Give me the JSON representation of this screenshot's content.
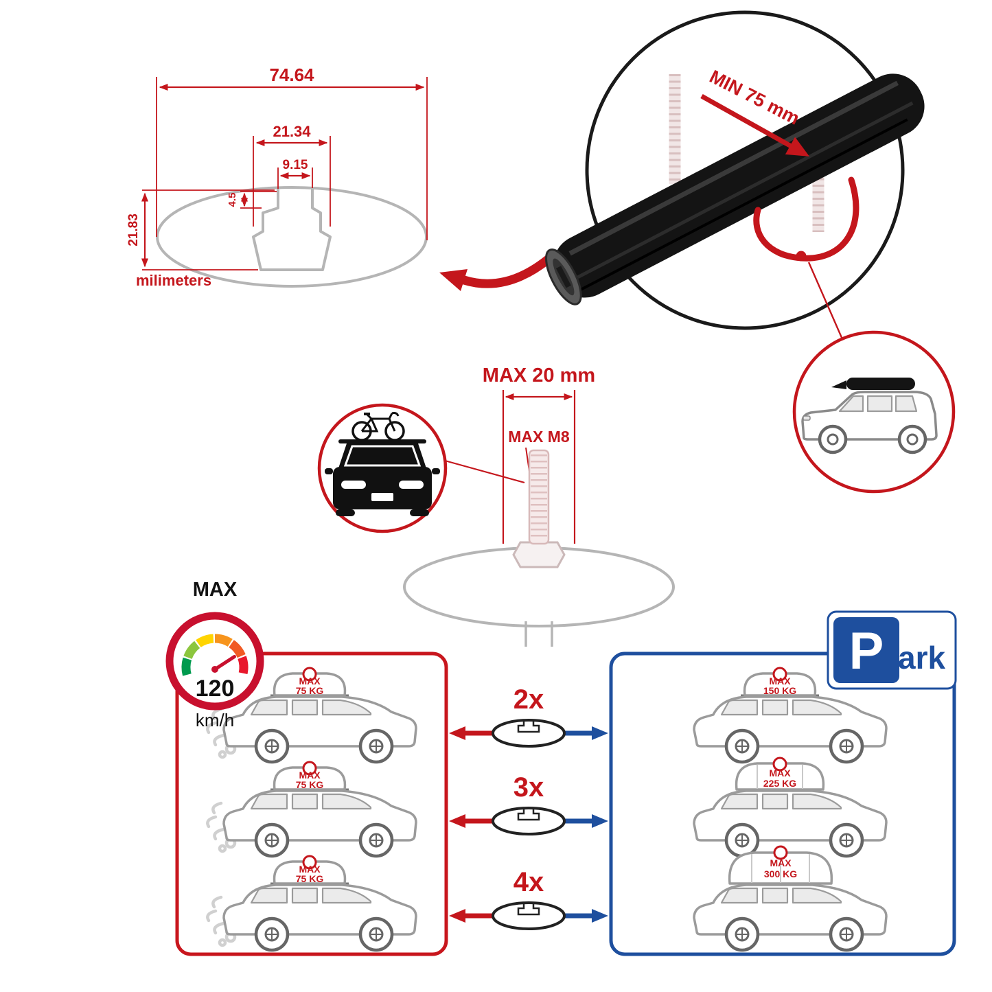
{
  "colors": {
    "accent_red": "#c4161c",
    "accent_blue": "#1e4f9e",
    "profile_gray": "#b5b5b5",
    "bar_black": "#141414",
    "gauge_ring": "#c8102e"
  },
  "technical_drawing": {
    "width_total": "74.64",
    "width_mid": "21.34",
    "width_slot": "9.15",
    "lip_depth": "4.5",
    "height_total": "21.83",
    "units": "milimeters"
  },
  "bar_detail": {
    "clamp_min": "MIN 75 mm"
  },
  "bolt": {
    "max_length": "MAX 20 mm",
    "max_thread": "MAX M8"
  },
  "speed_gauge": {
    "title": "MAX",
    "value": "120",
    "unit": "km/h"
  },
  "crossbar_options": [
    {
      "qty": "2x"
    },
    {
      "qty": "3x"
    },
    {
      "qty": "4x"
    }
  ],
  "driving_panel": {
    "cars": [
      {
        "label": "MAX",
        "weight": "75 KG"
      },
      {
        "label": "MAX",
        "weight": "75 KG"
      },
      {
        "label": "MAX",
        "weight": "75 KG"
      }
    ]
  },
  "parked_panel": {
    "cars": [
      {
        "label": "MAX",
        "weight": "150 KG"
      },
      {
        "label": "MAX",
        "weight": "225 KG"
      },
      {
        "label": "MAX",
        "weight": "300 KG"
      }
    ],
    "sign_p": "P",
    "sign_rest": "ark"
  }
}
